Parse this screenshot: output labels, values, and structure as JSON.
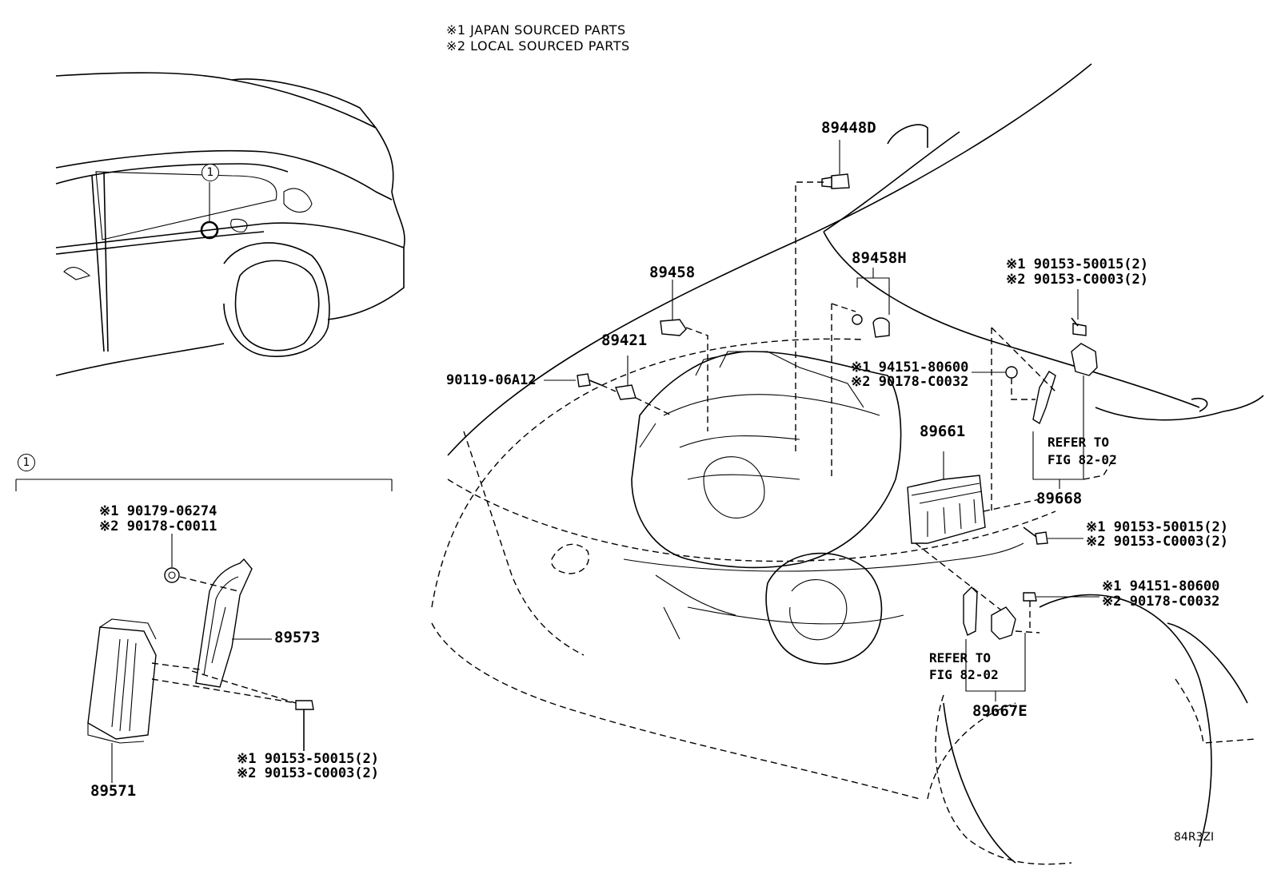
{
  "legend": {
    "note1": "※1 JAPAN SOURCED PARTS",
    "note2": "※2 LOCAL SOURCED PARTS"
  },
  "callout": {
    "number": "1"
  },
  "parts": {
    "p89448D": "89448D",
    "p89458": "89458",
    "p89458H": "89458H",
    "p89421": "89421",
    "p90119": "90119-06A12",
    "p94151_a1": "※1 94151-80600",
    "p90178_a2": "※2 90178-C0032",
    "p90153_b1": "※1 90153-50015(2)",
    "p90153_b2": "※2 90153-C0003(2)",
    "p89661": "89661",
    "ref1_line1": "REFER TO",
    "ref1_line2": "FIG 82-02",
    "p89668": "89668",
    "p90153_c1": "※1 90153-50015(2)",
    "p90153_c2": "※2 90153-C0003(2)",
    "p94151_d1": "※1 94151-80600",
    "p90178_d2": "※2 90178-C0032",
    "ref2_line1": "REFER TO",
    "ref2_line2": "FIG 82-02",
    "p89667E": "89667E"
  },
  "inset": {
    "number": "1",
    "p90179_1": "※1 90179-06274",
    "p90178_2": "※2 90178-C0011",
    "p89573": "89573",
    "p90153_1": "※1 90153-50015(2)",
    "p90153_2": "※2 90153-C0003(2)",
    "p89571": "89571"
  },
  "figure_code": "84R3ZI"
}
